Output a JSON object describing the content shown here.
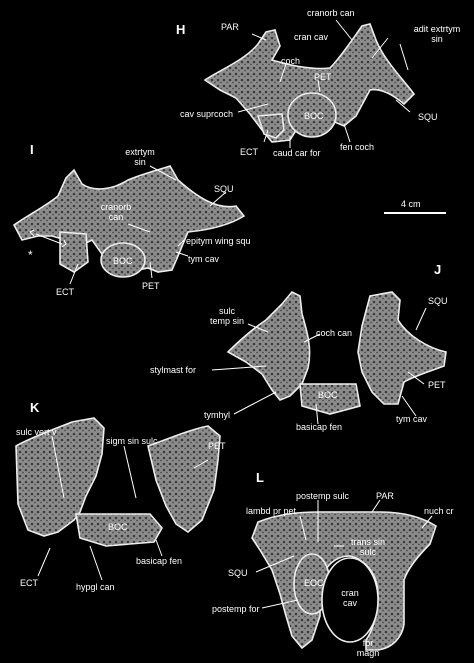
{
  "colors": {
    "background": "#000000",
    "bone": "#b9b9b9",
    "bone_light": "#e6e6e6",
    "text": "#ffffff"
  },
  "panels": {
    "H": {
      "letter": "H",
      "labels": {
        "par": "PAR",
        "cran_cav": "cran cav",
        "cranorb_can": "cranorb can",
        "adit_1": "adit extrtym",
        "adit_2": "sin",
        "coch": "coch",
        "pet": "PET",
        "squ": "SQU",
        "boc": "BOC",
        "cav_suprcoch": "cav suprcoch",
        "fen_coch": "fen coch",
        "ect": "ECT",
        "caud_car_for": "caud car for"
      }
    },
    "I": {
      "letter": "I",
      "labels": {
        "extrtym_1": "extrtym",
        "extrtym_2": "sin",
        "squ": "SQU",
        "cranorb_1": "cranorb",
        "cranorb_2": "can",
        "asterisk": "*",
        "epitym": "epitym wing squ",
        "boc": "BOC",
        "tym_cav": "tym cav",
        "ect": "ECT",
        "pet": "PET"
      }
    },
    "scale_bar": {
      "label": "4 cm"
    },
    "J": {
      "letter": "J",
      "labels": {
        "sulc_1": "sulc",
        "sulc_2": "temp sin",
        "squ": "SQU",
        "coch_can": "coch can",
        "stylmast": "stylmast for",
        "pet": "PET",
        "boc": "BOC",
        "tymhyl": "tymhyl",
        "basicap": "basicap fen",
        "tym_cav": "tym cav"
      }
    },
    "K": {
      "letter": "K",
      "labels": {
        "sigm": "sigm sin sulc",
        "sulc_vert": "sulc vert v",
        "pet": "PET",
        "boc": "BOC",
        "basicap": "basicap fen",
        "ect": "ECT",
        "hypgl": "hypgl can"
      }
    },
    "L": {
      "letter": "L",
      "labels": {
        "postemp_sulc": "postemp sulc",
        "par": "PAR",
        "lambd": "lambd pr pet",
        "nuch": "nuch cr",
        "trans_1": "trans sin",
        "trans_2": "sulc",
        "squ": "SQU",
        "eoc": "EOC",
        "cran_1": "cran",
        "cran_2": "cav",
        "postemp_for": "postemp for",
        "magn_1": "for",
        "magn_2": "magn"
      }
    }
  }
}
